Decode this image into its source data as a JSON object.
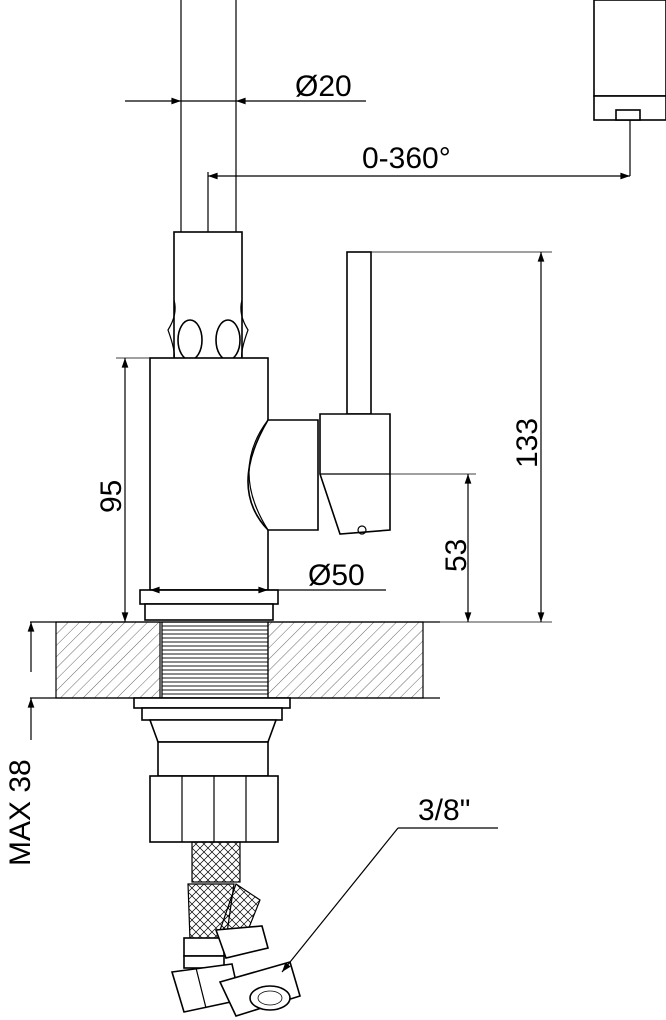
{
  "dimensions": {
    "spout_diameter": "Ø20",
    "rotation": "0-360°",
    "total_height": "133",
    "body_height": "95",
    "lever_height": "53",
    "base_diameter": "Ø50",
    "max_thickness": "MAX 38",
    "hose_thread": "3/8\""
  }
}
